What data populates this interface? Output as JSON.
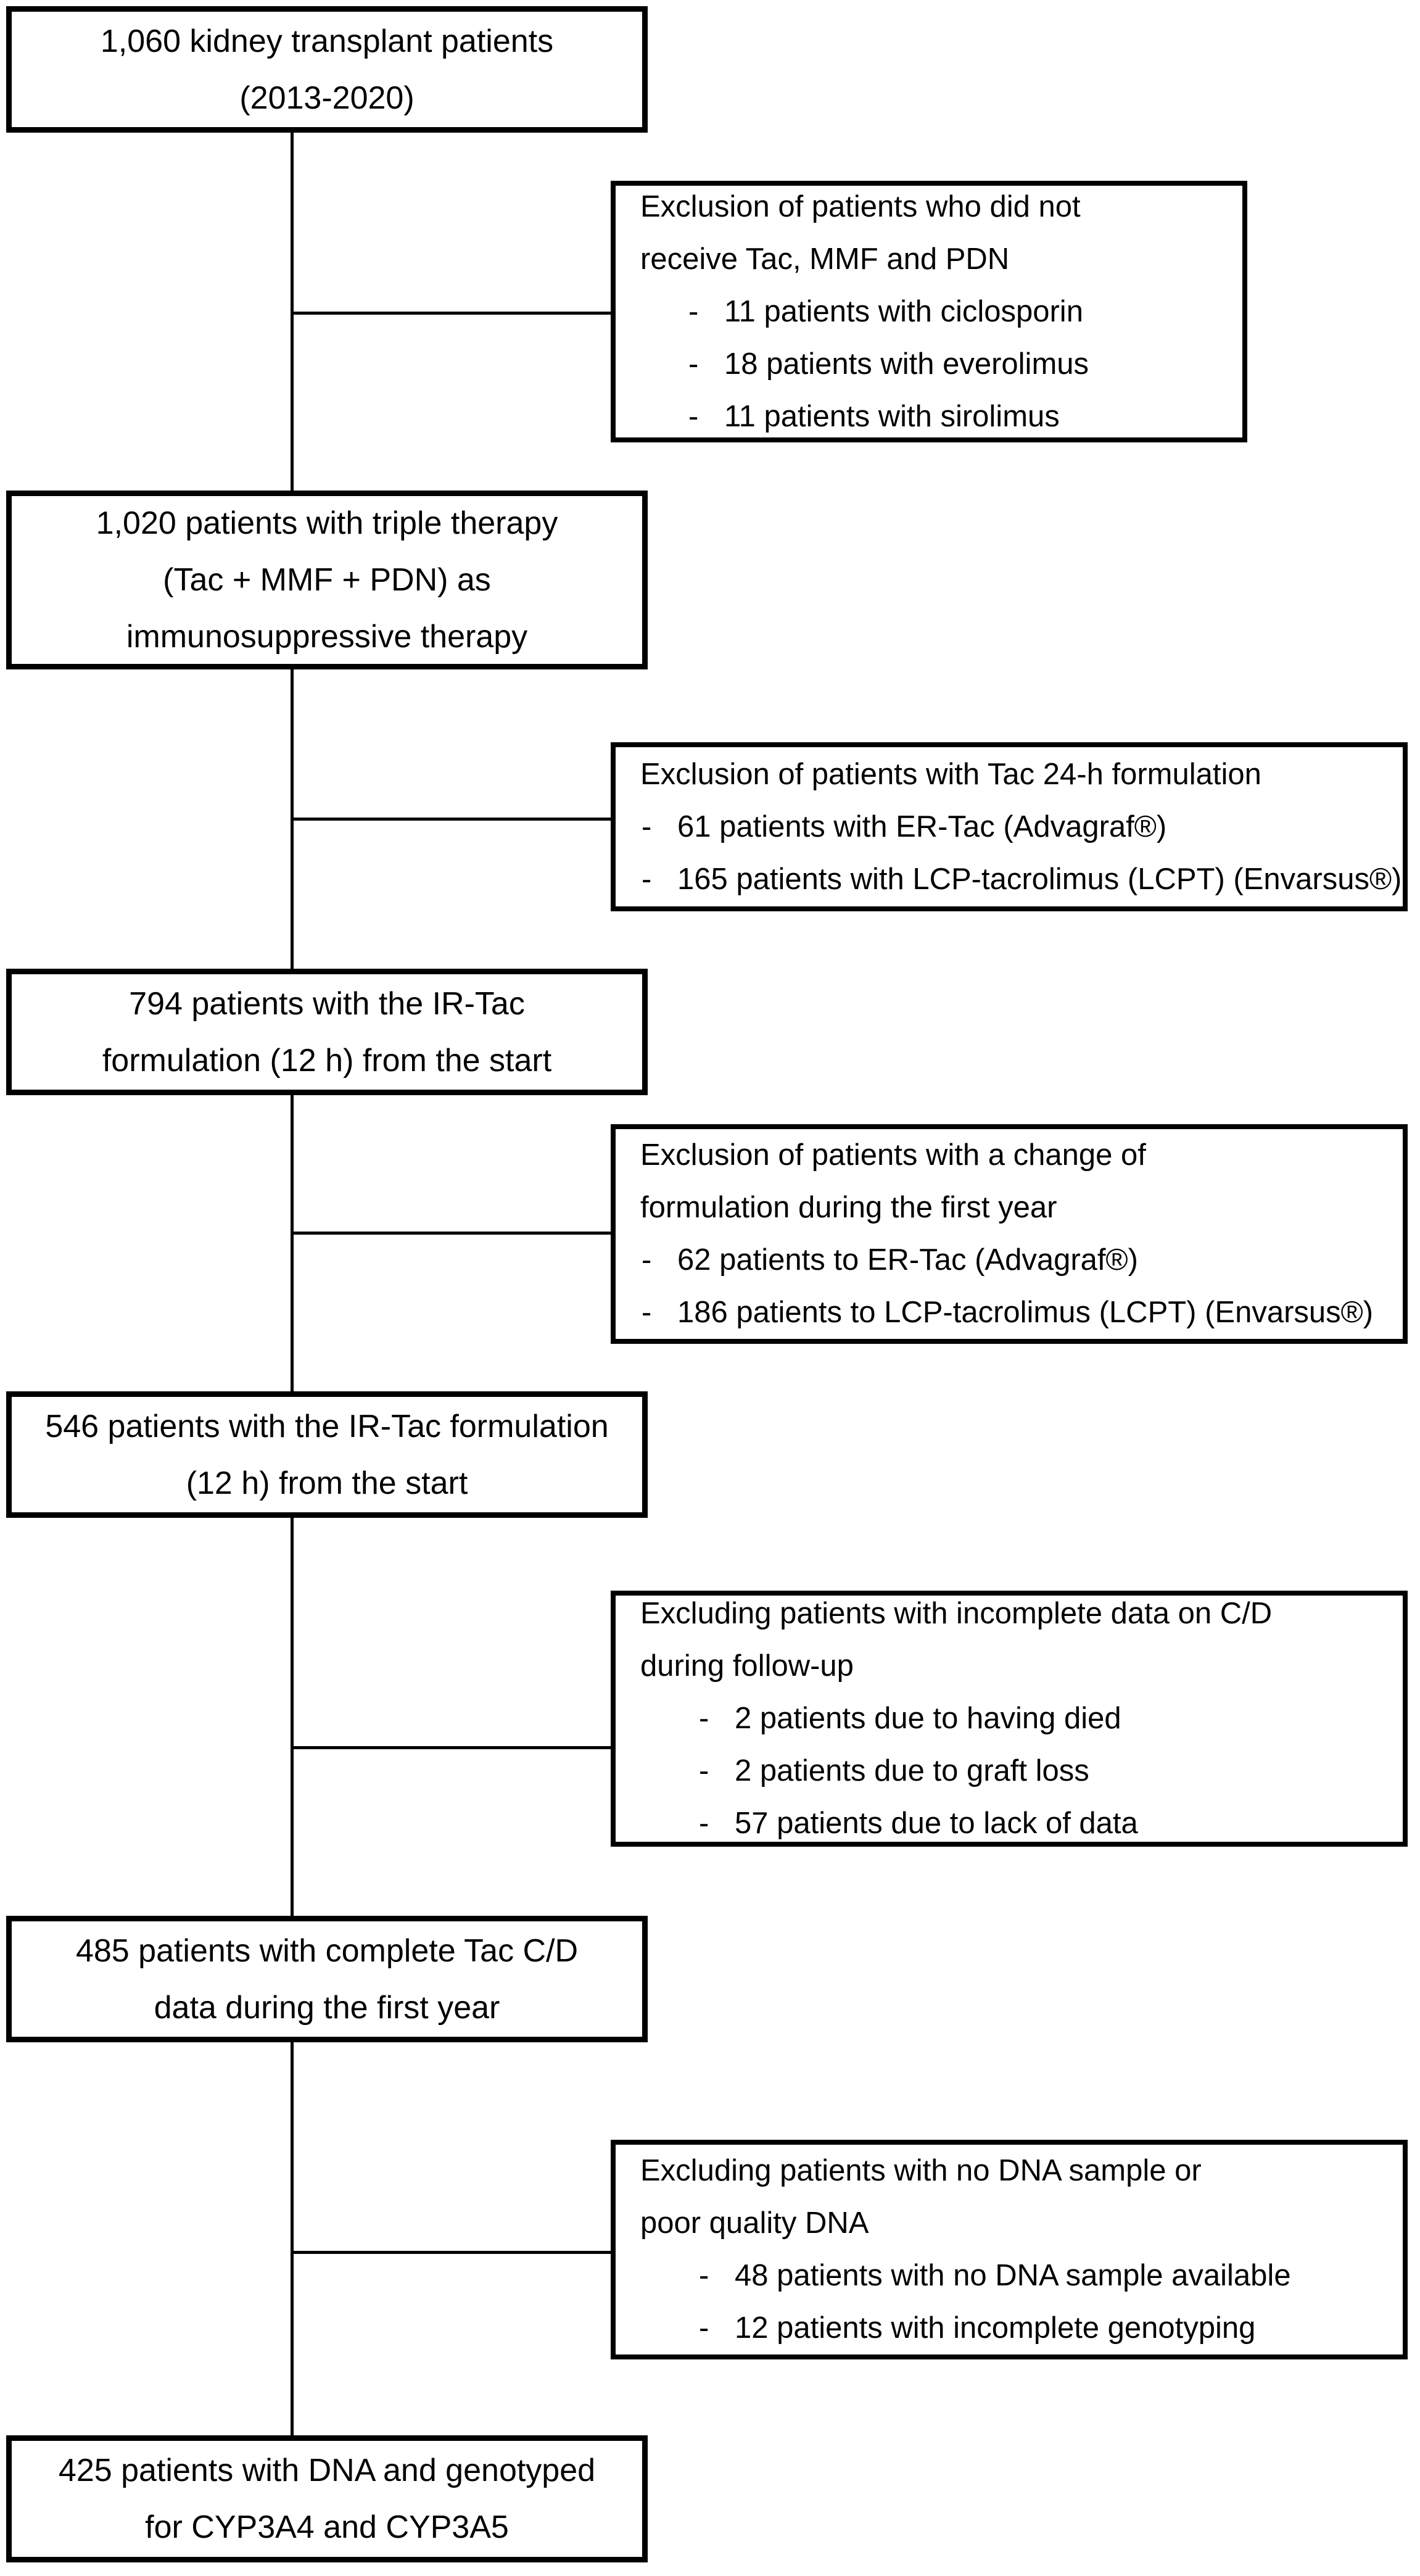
{
  "bullet_marker": "-",
  "colors": {
    "ink": "#000000",
    "background": "#ffffff"
  },
  "main_boxes": [
    {
      "lines": [
        "1,060 kidney transplant patients",
        "(2013-2020)"
      ]
    },
    {
      "lines": [
        "1,020 patients with triple therapy",
        "(Tac + MMF + PDN) as",
        "immunosuppressive therapy"
      ]
    },
    {
      "lines": [
        "794 patients with the IR-Tac",
        "formulation (12 h) from the start"
      ]
    },
    {
      "lines": [
        "546 patients with the IR-Tac formulation",
        "(12 h) from the start"
      ]
    },
    {
      "lines": [
        "485 patients with complete Tac C/D",
        "data during the first year"
      ]
    },
    {
      "lines": [
        "425 patients with DNA and genotyped",
        "for CYP3A4 and CYP3A5"
      ]
    }
  ],
  "exclusion_boxes": [
    {
      "title_lines": [
        "Exclusion of patients who did not",
        "receive Tac, MMF and PDN"
      ],
      "bullets": [
        "11 patients with ciclosporin",
        "18 patients with everolimus",
        "11 patients with sirolimus"
      ]
    },
    {
      "title_lines": [
        "Exclusion of patients with Tac 24-h formulation"
      ],
      "bullets": [
        "61 patients with ER-Tac (Advagraf®)",
        "165 patients with LCP-tacrolimus (LCPT) (Envarsus®)"
      ]
    },
    {
      "title_lines": [
        "Exclusion of patients with a change of",
        "formulation during the first year"
      ],
      "bullets": [
        "62 patients to ER-Tac (Advagraf®)",
        "186 patients to LCP-tacrolimus (LCPT) (Envarsus®)"
      ]
    },
    {
      "title_lines": [
        "Excluding patients with incomplete data on C/D",
        "during follow-up"
      ],
      "bullets": [
        "2 patients due to having died",
        "2 patients due to graft loss",
        "57 patients due to lack of data"
      ]
    },
    {
      "title_lines": [
        "Excluding patients with no DNA sample or",
        "poor quality DNA"
      ],
      "bullets": [
        "48 patients with no DNA sample available",
        "12 patients with incomplete genotyping"
      ]
    }
  ]
}
